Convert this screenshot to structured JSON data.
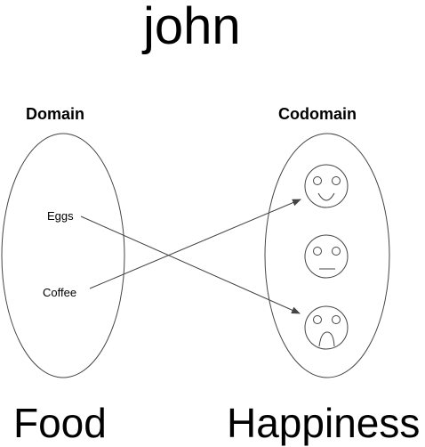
{
  "title": "john",
  "domain": {
    "label": "Domain",
    "set_name": "Food",
    "elements": [
      "Eggs",
      "Coffee"
    ]
  },
  "codomain": {
    "label": "Codomain",
    "set_name": "Happiness",
    "elements": [
      "happy-face-icon",
      "neutral-face-icon",
      "sad-face-icon"
    ]
  },
  "mappings": [
    {
      "from": "Eggs",
      "to": "sad-face-icon"
    },
    {
      "from": "Coffee",
      "to": "happy-face-icon"
    }
  ],
  "colors": {
    "stroke": "#444444",
    "text": "#000000",
    "background": "#ffffff"
  }
}
